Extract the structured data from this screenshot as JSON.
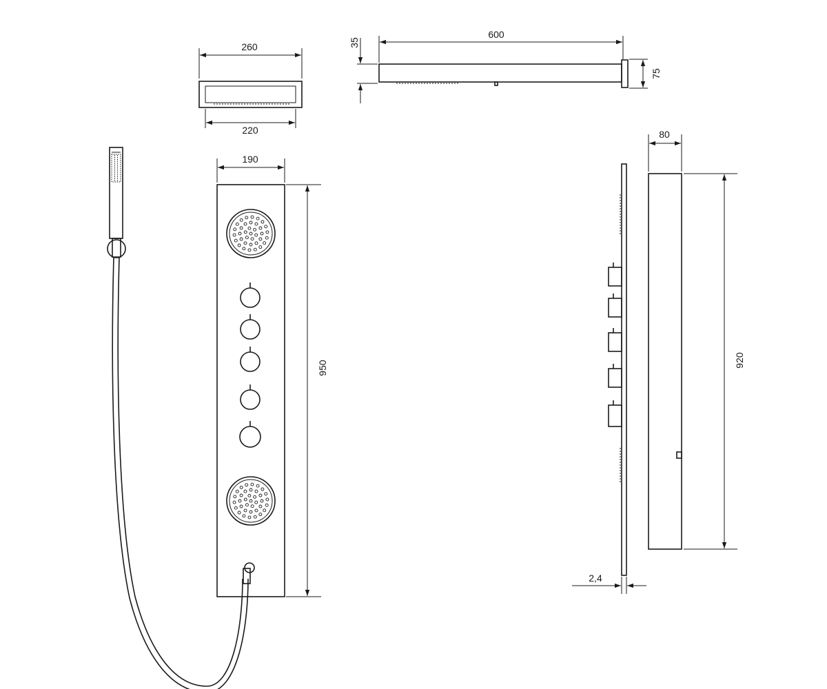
{
  "dimensions": {
    "top_width_outer": "260",
    "top_width_inner": "220",
    "overhead_length": "600",
    "overhead_offset": "35",
    "overhead_height": "75",
    "panel_width": "190",
    "panel_height": "950",
    "side_depth": "80",
    "side_height": "920",
    "plate_thickness": "2,4"
  },
  "colors": {
    "line": "#1a1a1a",
    "background": "#ffffff"
  }
}
